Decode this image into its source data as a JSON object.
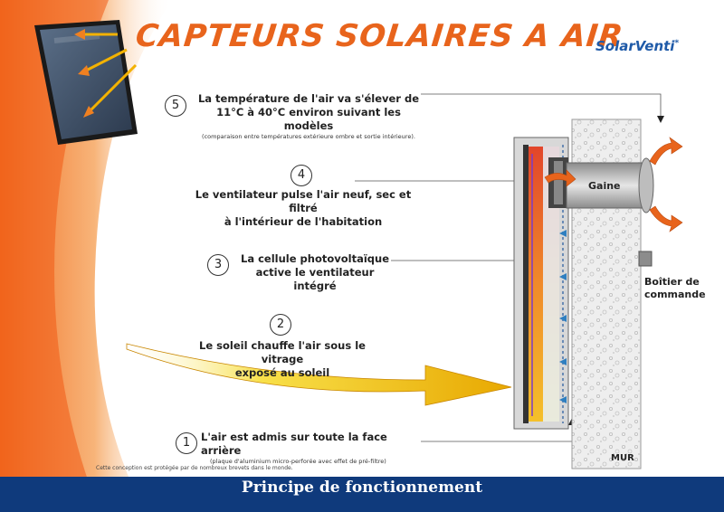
{
  "header": {
    "title": "CAPTEURS SOLAIRES A AIR",
    "brand": "SolarVenti",
    "brand_mark": "*"
  },
  "steps": [
    {
      "number": "5",
      "lines": [
        "La température de l'air va s'élever de",
        "11°C à 40°C environ suivant les modèles"
      ],
      "note": "(comparaison entre températures extérieure ombre et sortie intérieure)."
    },
    {
      "number": "4",
      "lines": [
        "Le ventilateur pulse l'air neuf, sec et filtré",
        "à l'intérieur de l'habitation"
      ],
      "note": ""
    },
    {
      "number": "3",
      "lines": [
        "La cellule photovoltaïque",
        "active le ventilateur intégré"
      ],
      "note": ""
    },
    {
      "number": "2",
      "lines": [
        "Le soleil chauffe l'air sous le vitrage",
        "exposé au soleil"
      ],
      "note": ""
    },
    {
      "number": "1",
      "lines": [
        "L'air est admis sur toute la face arrière"
      ],
      "note": "(plaque d'aluminium micro-perforée avec effet de pré-filtre)"
    }
  ],
  "labels": {
    "duct": "Gaine",
    "control_box_line1": "Boîtier de",
    "control_box_line2": "commande",
    "wall": "MUR"
  },
  "patent_note": "Cette conception est protégée par de nombreux brevets dans le monde.",
  "footer": {
    "title": "Principe de fonctionnement"
  },
  "colors": {
    "title_orange": "#e8641c",
    "brand_blue": "#1f5aa8",
    "footer_navy": "#0f3a7c",
    "arrow_yellow": "#f5c000",
    "airflow_orange": "#e8641c"
  }
}
